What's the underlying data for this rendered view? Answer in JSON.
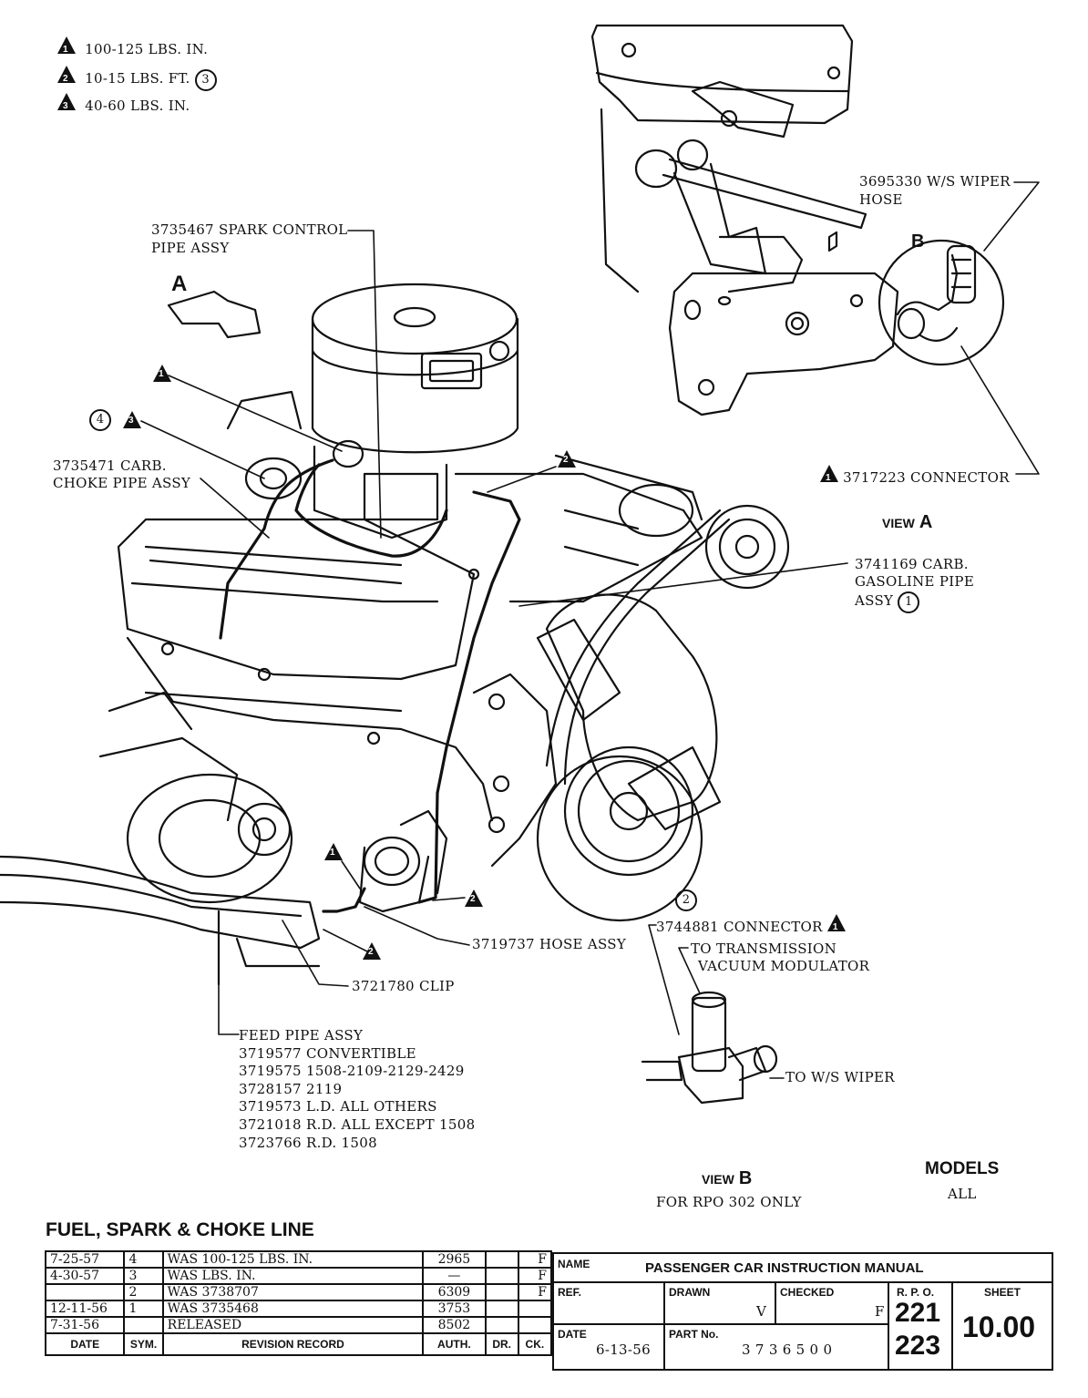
{
  "legend": [
    {
      "mark": "1",
      "text": "100-125 LBS. IN."
    },
    {
      "mark": "2",
      "text": "10-15 LBS. FT.",
      "note": "3"
    },
    {
      "mark": "3",
      "text": "40-60 LBS. IN."
    }
  ],
  "callouts": {
    "spark_control_1": "3735467 SPARK CONTROL",
    "spark_control_2": "PIPE ASSY",
    "view_a_arrow": "A",
    "choke_pipe_1": "3735471 CARB.",
    "choke_pipe_2": "CHOKE PIPE ASSY",
    "choke_note": "4",
    "choke_mark": "3",
    "wiper_hose_1": "3695330 W/S WIPER",
    "wiper_hose_2": "HOSE",
    "view_b_letter": "B",
    "connector_717": "3717223 CONNECTOR",
    "gas_pipe_1": "3741169 CARB.",
    "gas_pipe_2": "GASOLINE PIPE",
    "gas_pipe_3": "ASSY",
    "gas_pipe_note": "1",
    "hose_assy": "3719737 HOSE ASSY",
    "clip": "3721780 CLIP",
    "connector_744": "3744881 CONNECTOR",
    "connector_744_note": "2",
    "to_trans_1": "TO TRANSMISSION",
    "to_trans_2": "VACUUM MODULATOR",
    "to_wiper": "TO W/S WIPER"
  },
  "feed_pipe": [
    "FEED PIPE ASSY",
    "3719577 CONVERTIBLE",
    "3719575 1508-2109-2129-2429",
    "3728157 2119",
    "3719573 L.D. ALL OTHERS",
    "3721018 R.D. ALL EXCEPT 1508",
    "3723766 R.D. 1508"
  ],
  "views": {
    "view_a_word": "VIEW",
    "view_a_letter": "A",
    "view_b_word": "VIEW",
    "view_b_letter": "B",
    "view_b_note": "FOR RPO 302 ONLY"
  },
  "models": {
    "label": "MODELS",
    "value": "ALL"
  },
  "title": "FUEL, SPARK & CHOKE LINE",
  "revisions": {
    "rows": [
      {
        "date": "7-25-57",
        "sym": "4",
        "record": "WAS 100-125 LBS. IN.",
        "auth": "2965",
        "dr": "",
        "ck": "F"
      },
      {
        "date": "4-30-57",
        "sym": "3",
        "record": "WAS LBS. IN.",
        "auth": "—",
        "dr": "",
        "ck": "F"
      },
      {
        "date": "",
        "sym": "2",
        "record": "WAS 3738707",
        "auth": "6309",
        "dr": "",
        "ck": "F"
      },
      {
        "date": "12-11-56",
        "sym": "1",
        "record": "WAS 3735468",
        "auth": "3753",
        "dr": "",
        "ck": ""
      },
      {
        "date": "7-31-56",
        "sym": "",
        "record": "RELEASED",
        "auth": "8502",
        "dr": "",
        "ck": ""
      }
    ],
    "headers": {
      "date": "DATE",
      "sym": "SYM.",
      "record": "REVISION RECORD",
      "auth": "AUTH.",
      "dr": "DR.",
      "ck": "CK."
    }
  },
  "title_block": {
    "name_label": "NAME",
    "name_value": "PASSENGER CAR INSTRUCTION MANUAL",
    "ref_label": "REF.",
    "drawn_label": "DRAWN",
    "drawn_value": "V",
    "checked_label": "CHECKED",
    "checked_value": "F",
    "rpo_label": "R. P. O.",
    "rpo_1": "221",
    "rpo_2": "223",
    "sheet_label": "SHEET",
    "sheet_value": "10.00",
    "date_label": "DATE",
    "date_value": "6-13-56",
    "part_label": "PART No.",
    "part_value": "3 7 3 6 5 0 0"
  }
}
